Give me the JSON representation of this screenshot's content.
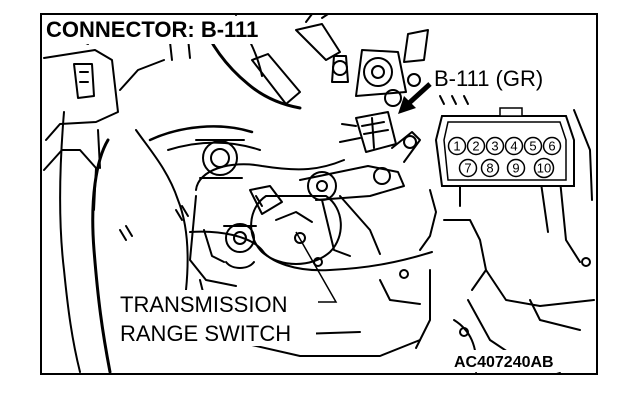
{
  "connector_label": "CONNECTOR: B-111",
  "connector_callout": "B-111 (GR)",
  "component_label_line1": "TRANSMISSION",
  "component_label_line2": "RANGE SWITCH",
  "figure_code": "AC407240AB",
  "connector_pins_top": [
    "1",
    "2",
    "3",
    "4",
    "5",
    "6"
  ],
  "connector_pins_bottom": [
    "7",
    "8",
    "9",
    "10"
  ]
}
